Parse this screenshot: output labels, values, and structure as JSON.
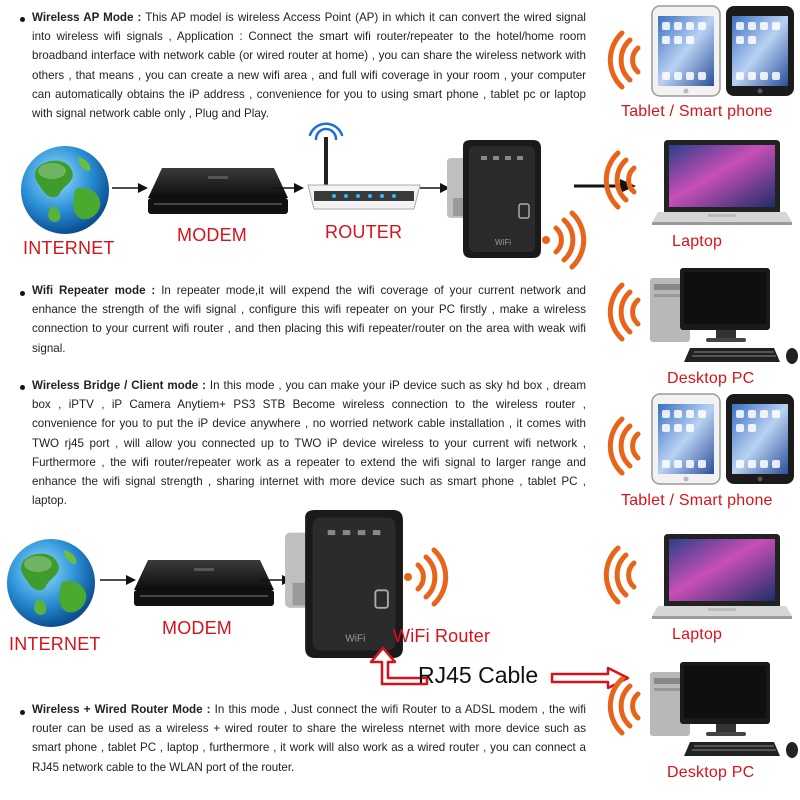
{
  "sections": [
    {
      "title": "Wireless AP Mode :",
      "text": " This AP model is wireless Access Point (AP) in which it can convert the wired signal into wireless wifi signals , Application : Connect the smart wifi router/repeater to the hotel/home room broadband interface with network cable (or wired router at home) , you can share the wireless network with others , that means , you can create a new wifi area , and full wifi coverage in your room , your computer can automatically obtains the iP address , convenience for you to using smart phone , tablet pc or laptop with signal network cable only , Plug and Play."
    },
    {
      "title": "Wifi Repeater mode :",
      "text": " In repeater mode,it will expend the wifi coverage of your current network and enhance the strength of the wifi signal , configure this wifi repeater on your PC firstly , make a wireless connection to your current wifi router , and then placing this wifi repeater/router on the area with weak wifi signal."
    },
    {
      "title": "Wireless Bridge / Client mode :",
      "text": " In this mode , you can make your iP device such as sky hd box , dream box , iPTV , iP Camera Anytiem+ PS3 STB Become wireless connection to the wireless router , convenience for you to put the iP device anywhere , no worried network cable installation , it comes with TWO rj45 port , will allow you connected up to TWO iP device wireless to your current wifi network , Furthermore , the wifi router/repeater work as a repeater to extend the wifi signal to larger range and enhance the wifi signal strength , sharing internet with more device such as smart phone , tablet PC , laptop."
    },
    {
      "title": "Wireless + Wired Router Mode :",
      "text": " In this mode , Just connect the wifi Router to a ADSL modem , the wifi router can be used as a wireless + wired router to share the wireless nternet with more device such as smart phone , tablet PC , laptop , furthermore , it work will also work as a wired router , you can connect a RJ45 network cable to the WLAN port of the router."
    }
  ],
  "labels": {
    "internet1": "INTERNET",
    "modem1": "MODEM",
    "router": "ROUTER",
    "tablet1": "Tablet / Smart phone",
    "laptop1": "Laptop",
    "desktop1": "Desktop PC",
    "tablet2": "Tablet / Smart phone",
    "internet2": "INTERNET",
    "modem2": "MODEM",
    "wifi_router": "WiFi Router",
    "rj45": "RJ45 Cable",
    "laptop2": "Laptop",
    "desktop2": "Desktop PC"
  },
  "colors": {
    "accent_red": "#d8121a",
    "wifi_orange": "#e8641a"
  }
}
